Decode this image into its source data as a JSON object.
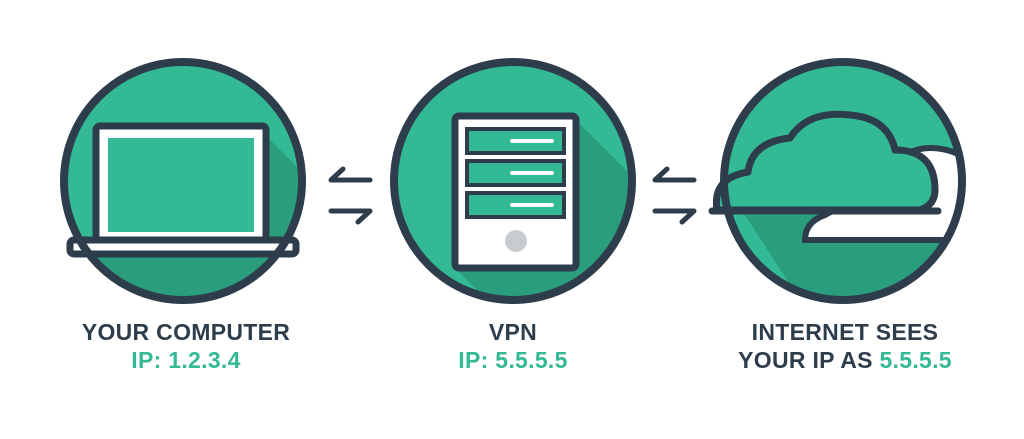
{
  "colors": {
    "outline": "#2e3d4b",
    "teal_primary": "#33b994",
    "teal_shadow": "#2a9d7c",
    "teal_light": "#3fc7a0",
    "white": "#ffffff",
    "button_gray": "#c9ccce"
  },
  "nodes": [
    {
      "id": "computer",
      "icon": "laptop-icon",
      "label": "YOUR COMPUTER",
      "ip_line": "IP: 1.2.3.4"
    },
    {
      "id": "vpn",
      "icon": "server-icon",
      "label": "VPN",
      "ip_line": "IP: 5.5.5.5"
    },
    {
      "id": "internet",
      "icon": "cloud-icon",
      "label_line1": "INTERNET SEES",
      "label_line2_prefix": "YOUR IP AS ",
      "label_line2_value": "5.5.5.5"
    }
  ],
  "connectors": [
    {
      "between": [
        "computer",
        "vpn"
      ],
      "icon": "bidirectional-arrows-icon"
    },
    {
      "between": [
        "vpn",
        "internet"
      ],
      "icon": "bidirectional-arrows-icon"
    }
  ]
}
